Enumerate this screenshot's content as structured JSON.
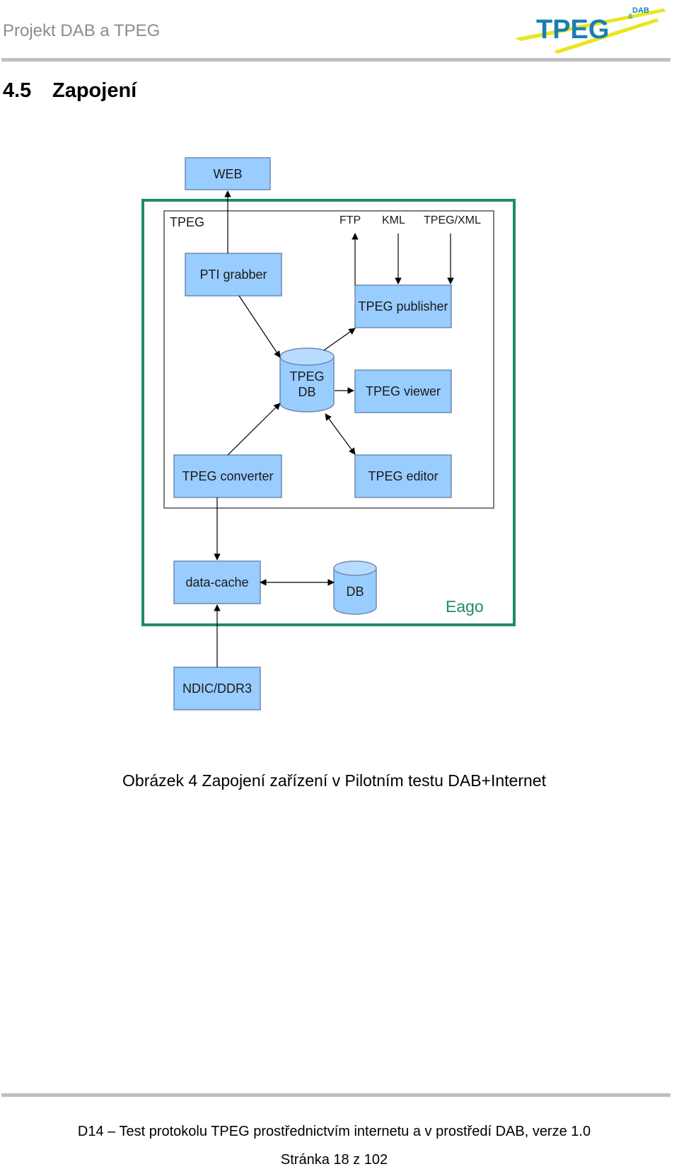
{
  "header": {
    "title": "Projekt DAB a TPEG"
  },
  "logo": {
    "text": "TPEG",
    "superscript": "DAB",
    "ampersand": "&"
  },
  "section": {
    "number": "4.5",
    "title": "Zapojení"
  },
  "diagram": {
    "nodes": {
      "web": "WEB",
      "tpeg_group": "TPEG",
      "ftp": "FTP",
      "kml": "KML",
      "tpeg_xml": "TPEG/XML",
      "pti_grabber": "PTI grabber",
      "tpeg_publisher": "TPEG publisher",
      "tpeg_db_line1": "TPEG",
      "tpeg_db_line2": "DB",
      "tpeg_viewer": "TPEG viewer",
      "tpeg_converter": "TPEG converter",
      "tpeg_editor": "TPEG editor",
      "data_cache": "data-cache",
      "db": "DB",
      "eago": "Eago",
      "ndic": "NDIC/DDR3"
    },
    "colors": {
      "box_fill": "#99ccff",
      "box_stroke": "#6c8bb0",
      "frame": "#1f8a70"
    }
  },
  "caption": "Obrázek 4 Zapojení zařízení v Pilotním testu DAB+Internet",
  "footer": {
    "text": "D14 – Test protokolu TPEG prostřednictvím internetu a v prostředí DAB, verze 1.0",
    "page": "Stránka 18 z 102"
  }
}
